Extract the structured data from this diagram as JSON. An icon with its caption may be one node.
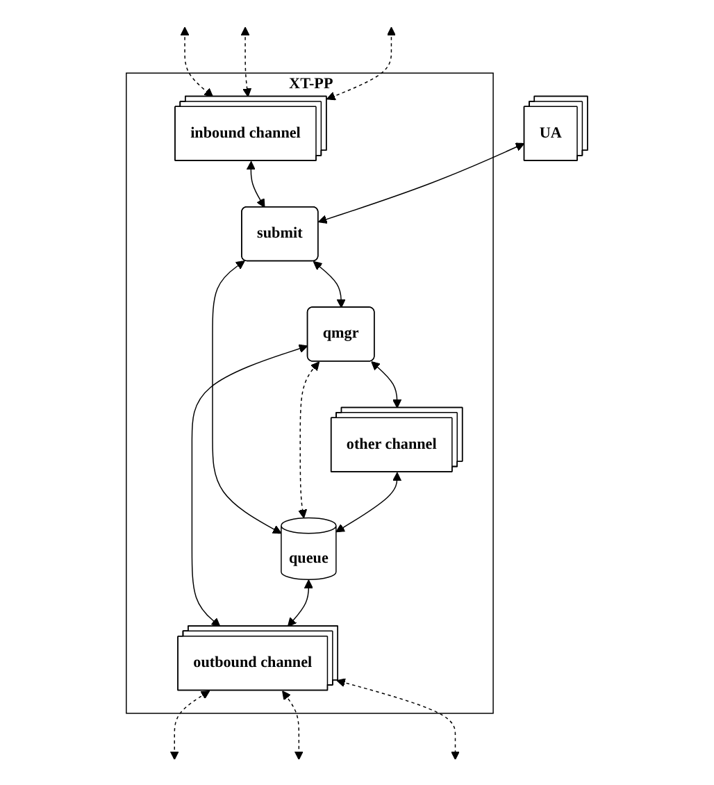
{
  "diagram": {
    "nodes": [
      {
        "text": [
          "UA"
        ]
      },
      {
        "text": [
          "XT-PP"
        ]
      },
      {
        "text": [
          "inbound channel"
        ],
        "in": 1
      },
      {
        "text": [
          "submit"
        ],
        "in": 1
      },
      {
        "text": [
          "qmgr"
        ],
        "in": 1
      },
      {
        "text": [
          "queue"
        ],
        "in": 1
      },
      {
        "text": [
          "other channel"
        ],
        "in": 1
      },
      {
        "text": [
          "outbound channel"
        ],
        "in": 1
      }
    ],
    "edges": [
      {
        "from": null,
        "to": 2,
        "arrow": "both",
        "style": "dashed"
      },
      {
        "from": null,
        "to": 2,
        "arrow": "both",
        "style": "dashed"
      },
      {
        "from": null,
        "to": 2,
        "arrow": "both",
        "style": "dashed"
      },
      {
        "from": 2,
        "to": 3,
        "arrow": "both"
      },
      {
        "from": 0,
        "to": 3,
        "arrow": "both"
      },
      {
        "from": 3,
        "to": 4,
        "arrow": "both"
      },
      {
        "from": 3,
        "to": 5,
        "arrow": "both"
      },
      {
        "from": 4,
        "to": 5,
        "arrow": "both",
        "style": "dashed"
      },
      {
        "from": 4,
        "to": 6,
        "arrow": "both"
      },
      {
        "from": 6,
        "to": 5,
        "arrow": "both"
      },
      {
        "from": 4,
        "to": 7,
        "arrow": "both"
      },
      {
        "from": 5,
        "to": 7,
        "arrow": "both"
      },
      {
        "from": 7,
        "to": null,
        "arrow": "both",
        "style": "dashed"
      },
      {
        "from": 7,
        "to": null,
        "arrow": "both",
        "style": "dashed"
      },
      {
        "from": 7,
        "to": null,
        "arrow": "both",
        "style": "dashed"
      }
    ]
  }
}
